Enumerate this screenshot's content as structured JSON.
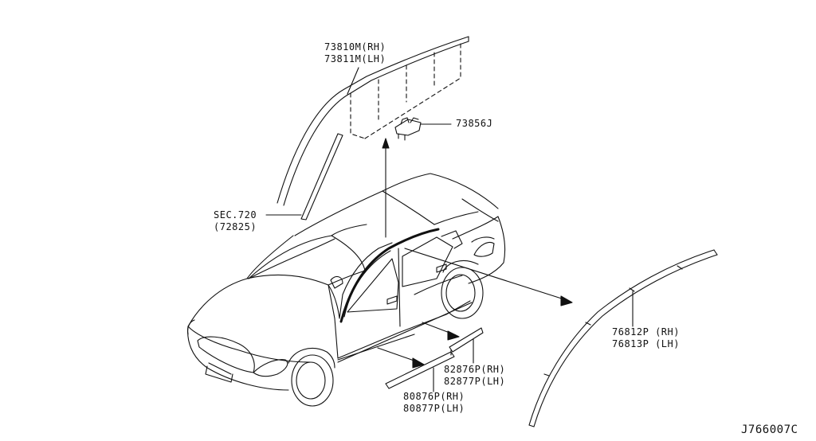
{
  "diagram_id": "J766007C",
  "callouts": {
    "glass_molding": {
      "part_rh": "73810M(RH)",
      "part_lh": "73811M(LH)"
    },
    "clip": {
      "part": "73856J"
    },
    "section_ref": {
      "section": "SEC.720",
      "sub": "(72825)"
    },
    "roof_molding": {
      "part_rh": "76812P (RH)",
      "part_lh": "76813P (LH)"
    },
    "rear_sill_molding": {
      "part_rh": "82876P(RH)",
      "part_lh": "82877P(LH)"
    },
    "front_sill_molding": {
      "part_rh": "80876P(RH)",
      "part_lh": "80877P(LH)"
    }
  },
  "colors": {
    "line": "#111111",
    "background": "#ffffff"
  }
}
